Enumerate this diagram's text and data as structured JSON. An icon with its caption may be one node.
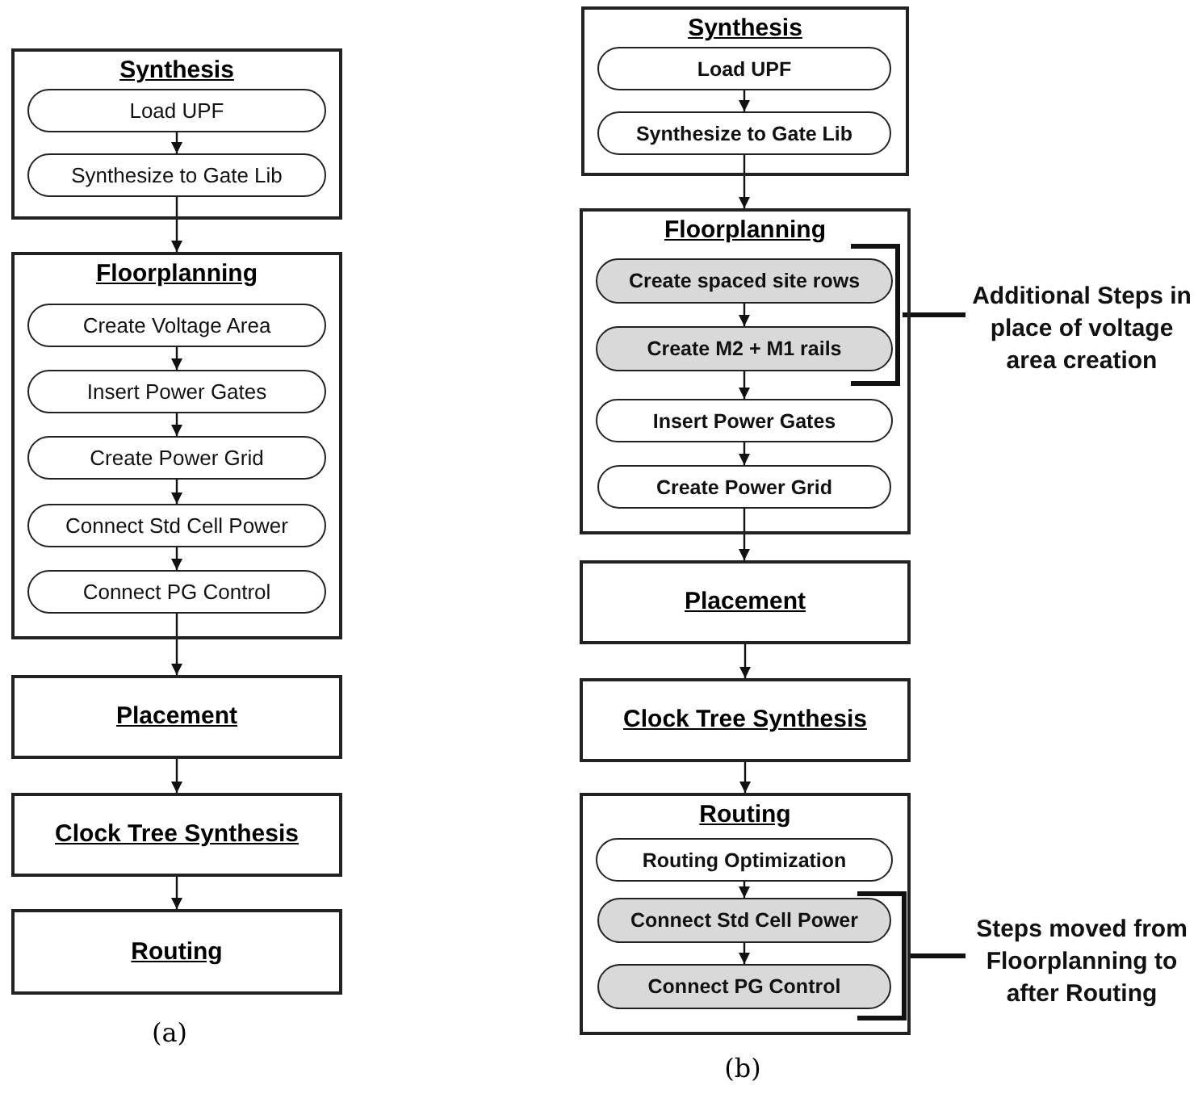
{
  "diagram": {
    "nodes": [
      {
        "text": [
          "Synthesis"
        ]
      },
      {
        "text": [
          "Load UPF"
        ],
        "in": 0
      },
      {
        "text": [
          "Synthesize to Gate Lib"
        ],
        "in": 0
      },
      {
        "text": [
          "Floorplanning"
        ]
      },
      {
        "text": [
          "Create Voltage Area"
        ],
        "in": 3
      },
      {
        "text": [
          "Insert Power Gates"
        ],
        "in": 3
      },
      {
        "text": [
          "Create Power Grid"
        ],
        "in": 3
      },
      {
        "text": [
          "Connect Std Cell Power"
        ],
        "in": 3
      },
      {
        "text": [
          "Connect PG Control"
        ],
        "in": 3
      },
      {
        "text": [
          "Placement"
        ]
      },
      {
        "text": [
          "Clock Tree Synthesis"
        ]
      },
      {
        "text": [
          "Routing"
        ]
      },
      {
        "text": [
          "Synthesis"
        ]
      },
      {
        "text": [
          "Load UPF"
        ],
        "in": 12
      },
      {
        "text": [
          "Synthesize to Gate Lib"
        ],
        "in": 12
      },
      {
        "text": [
          "Floorplanning"
        ]
      },
      {
        "text": [
          "Create spaced site rows"
        ],
        "in": 15
      },
      {
        "text": [
          "Create M2 + M1 rails"
        ],
        "in": 15
      },
      {
        "text": [
          "Insert Power Gates"
        ],
        "in": 15
      },
      {
        "text": [
          "Create Power Grid"
        ],
        "in": 15
      },
      {
        "text": [
          "Placement"
        ]
      },
      {
        "text": [
          "Clock Tree Synthesis"
        ]
      },
      {
        "text": [
          "Routing"
        ]
      },
      {
        "text": [
          "Routing Optimization"
        ],
        "in": 22
      },
      {
        "text": [
          "Connect Std Cell Power"
        ],
        "in": 22
      },
      {
        "text": [
          "Connect PG Control"
        ],
        "in": 22
      },
      {
        "text": [
          "Additional Steps in place of voltage area creation"
        ]
      },
      {
        "text": [],
        "shape": "bracket",
        "in": 15
      },
      {
        "text": [
          "Steps moved from Floorplanning to after Routing"
        ]
      },
      {
        "text": [],
        "shape": "bracket",
        "in": 22
      }
    ],
    "edges": [
      {
        "from": 1,
        "to": 2,
        "arrow": "to"
      },
      {
        "from": 2,
        "to": 3,
        "arrow": "to"
      },
      {
        "from": 4,
        "to": 5,
        "arrow": "to"
      },
      {
        "from": 5,
        "to": 6,
        "arrow": "to"
      },
      {
        "from": 6,
        "to": 7,
        "arrow": "to"
      },
      {
        "from": 7,
        "to": 8,
        "arrow": "to"
      },
      {
        "from": 8,
        "to": 9,
        "arrow": "to"
      },
      {
        "from": 9,
        "to": 10,
        "arrow": "to"
      },
      {
        "from": 10,
        "to": 11,
        "arrow": "to"
      },
      {
        "from": 13,
        "to": 14,
        "arrow": "to"
      },
      {
        "from": 14,
        "to": 15,
        "arrow": "to"
      },
      {
        "from": 16,
        "to": 17,
        "arrow": "to"
      },
      {
        "from": 17,
        "to": 18,
        "arrow": "to"
      },
      {
        "from": 18,
        "to": 19,
        "arrow": "to"
      },
      {
        "from": 19,
        "to": 20,
        "arrow": "to"
      },
      {
        "from": 20,
        "to": 21,
        "arrow": "to"
      },
      {
        "from": 21,
        "to": 22,
        "arrow": "to"
      },
      {
        "from": 23,
        "to": 24,
        "arrow": "to"
      },
      {
        "from": 24,
        "to": 25,
        "arrow": "to"
      },
      {
        "from": 26,
        "to": 27,
        "arrow": "none",
        "style": "thick"
      },
      {
        "from": 28,
        "to": 29,
        "arrow": "none",
        "style": "thick"
      }
    ],
    "labels": [
      "(a)",
      "(b)"
    ]
  }
}
